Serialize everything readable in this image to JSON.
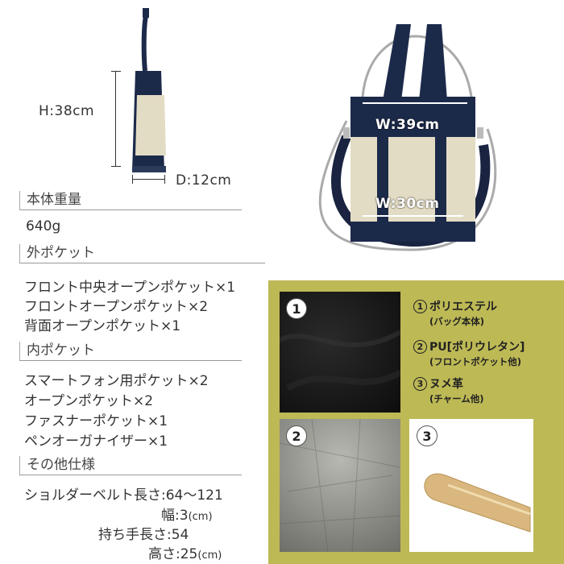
{
  "dimensions": {
    "height": "H:38cm",
    "depth": "D:12cm",
    "width_top": "W:39cm",
    "width_bottom": "W:30cm"
  },
  "specs": {
    "weight_heading": "本体重量",
    "weight_value": "640g",
    "outer_heading": "外ポケット",
    "outer_items": [
      "フロント中央オープンポケット×1",
      "フロントオープンポケット×2",
      "背面オープンポケット×1"
    ],
    "inner_heading": "内ポケット",
    "inner_items": [
      "スマートフォン用ポケット×2",
      "オープンポケット×2",
      "ファスナーポケット×1",
      "ペンオーガナイザー×1"
    ],
    "other_heading": "その他仕様",
    "shoulder_label": "ショルダーベルト長さ:",
    "shoulder_value": "64〜121",
    "width_label": "幅:",
    "width_value": "3",
    "width_unit": "(cm)",
    "handle_label": "持ち手長さ:",
    "handle_value": "54",
    "height_label": "高さ:",
    "height_value": "25",
    "height_unit": "(cm)"
  },
  "materials": {
    "badge1": "1",
    "badge2": "2",
    "badge3": "3",
    "m1_name": "ポリエステル",
    "m1_sub": "(バッグ本体)",
    "m2_name": "PU[ポリウレタン]",
    "m2_sub": "(フロントポケット他)",
    "m3_name": "ヌメ革",
    "m3_sub": "(チャーム他)",
    "panel_color": "#bdb955"
  }
}
